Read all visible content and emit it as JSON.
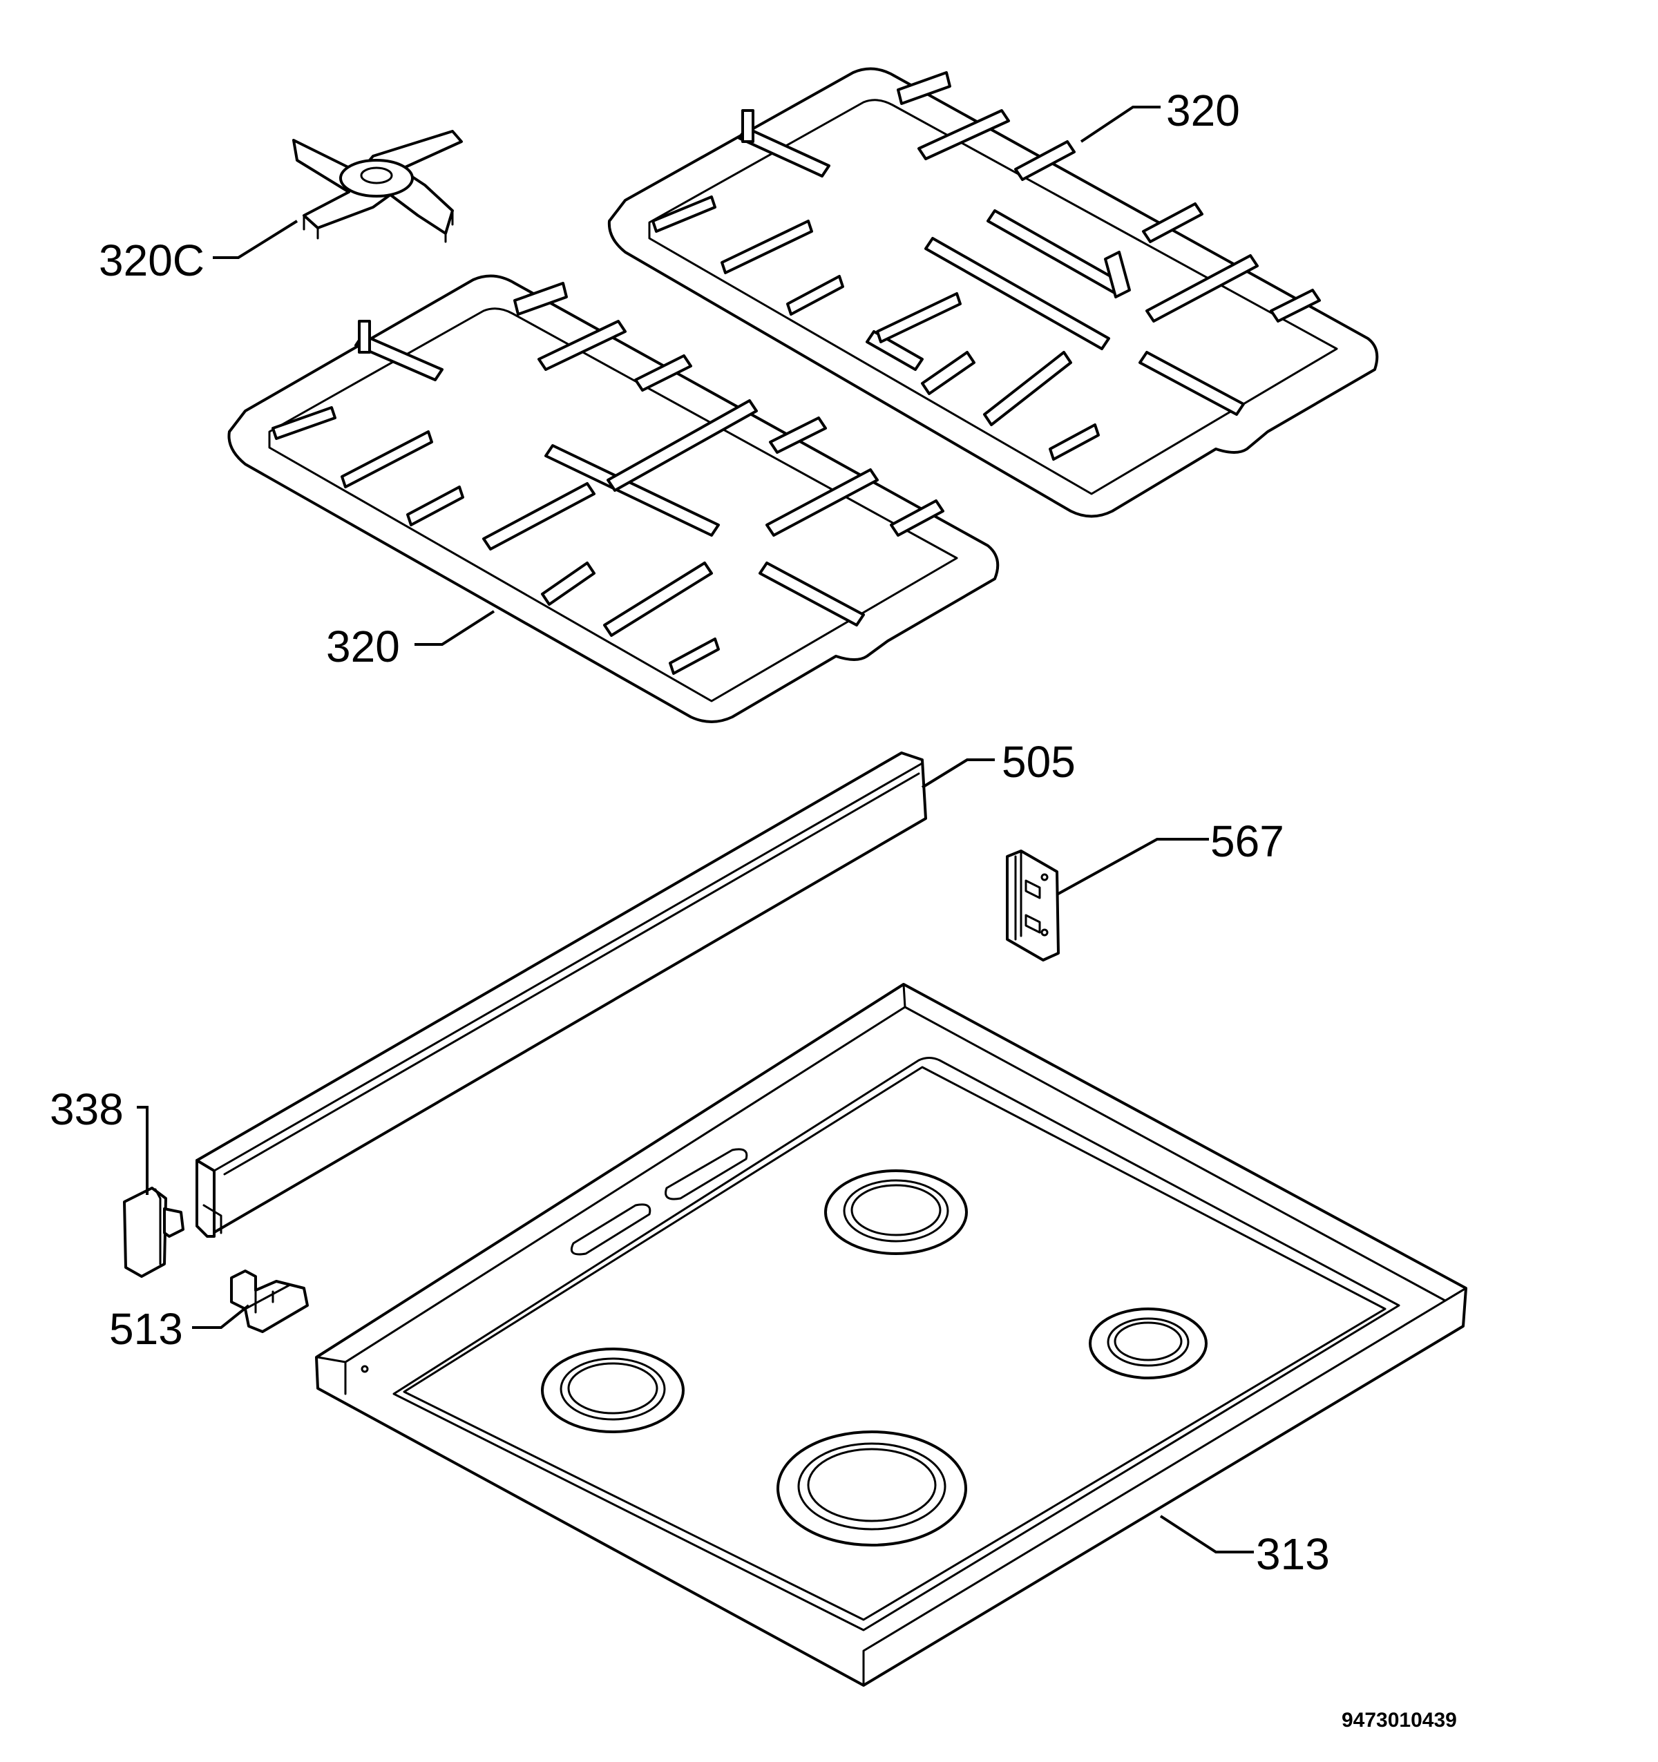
{
  "callouts": {
    "trivet": "320C",
    "grid_right": "320",
    "grid_left": "320",
    "trim_bar": "505",
    "bracket": "567",
    "end_cap": "338",
    "clip": "513",
    "hob_top": "313"
  },
  "document_number": "9473010439"
}
